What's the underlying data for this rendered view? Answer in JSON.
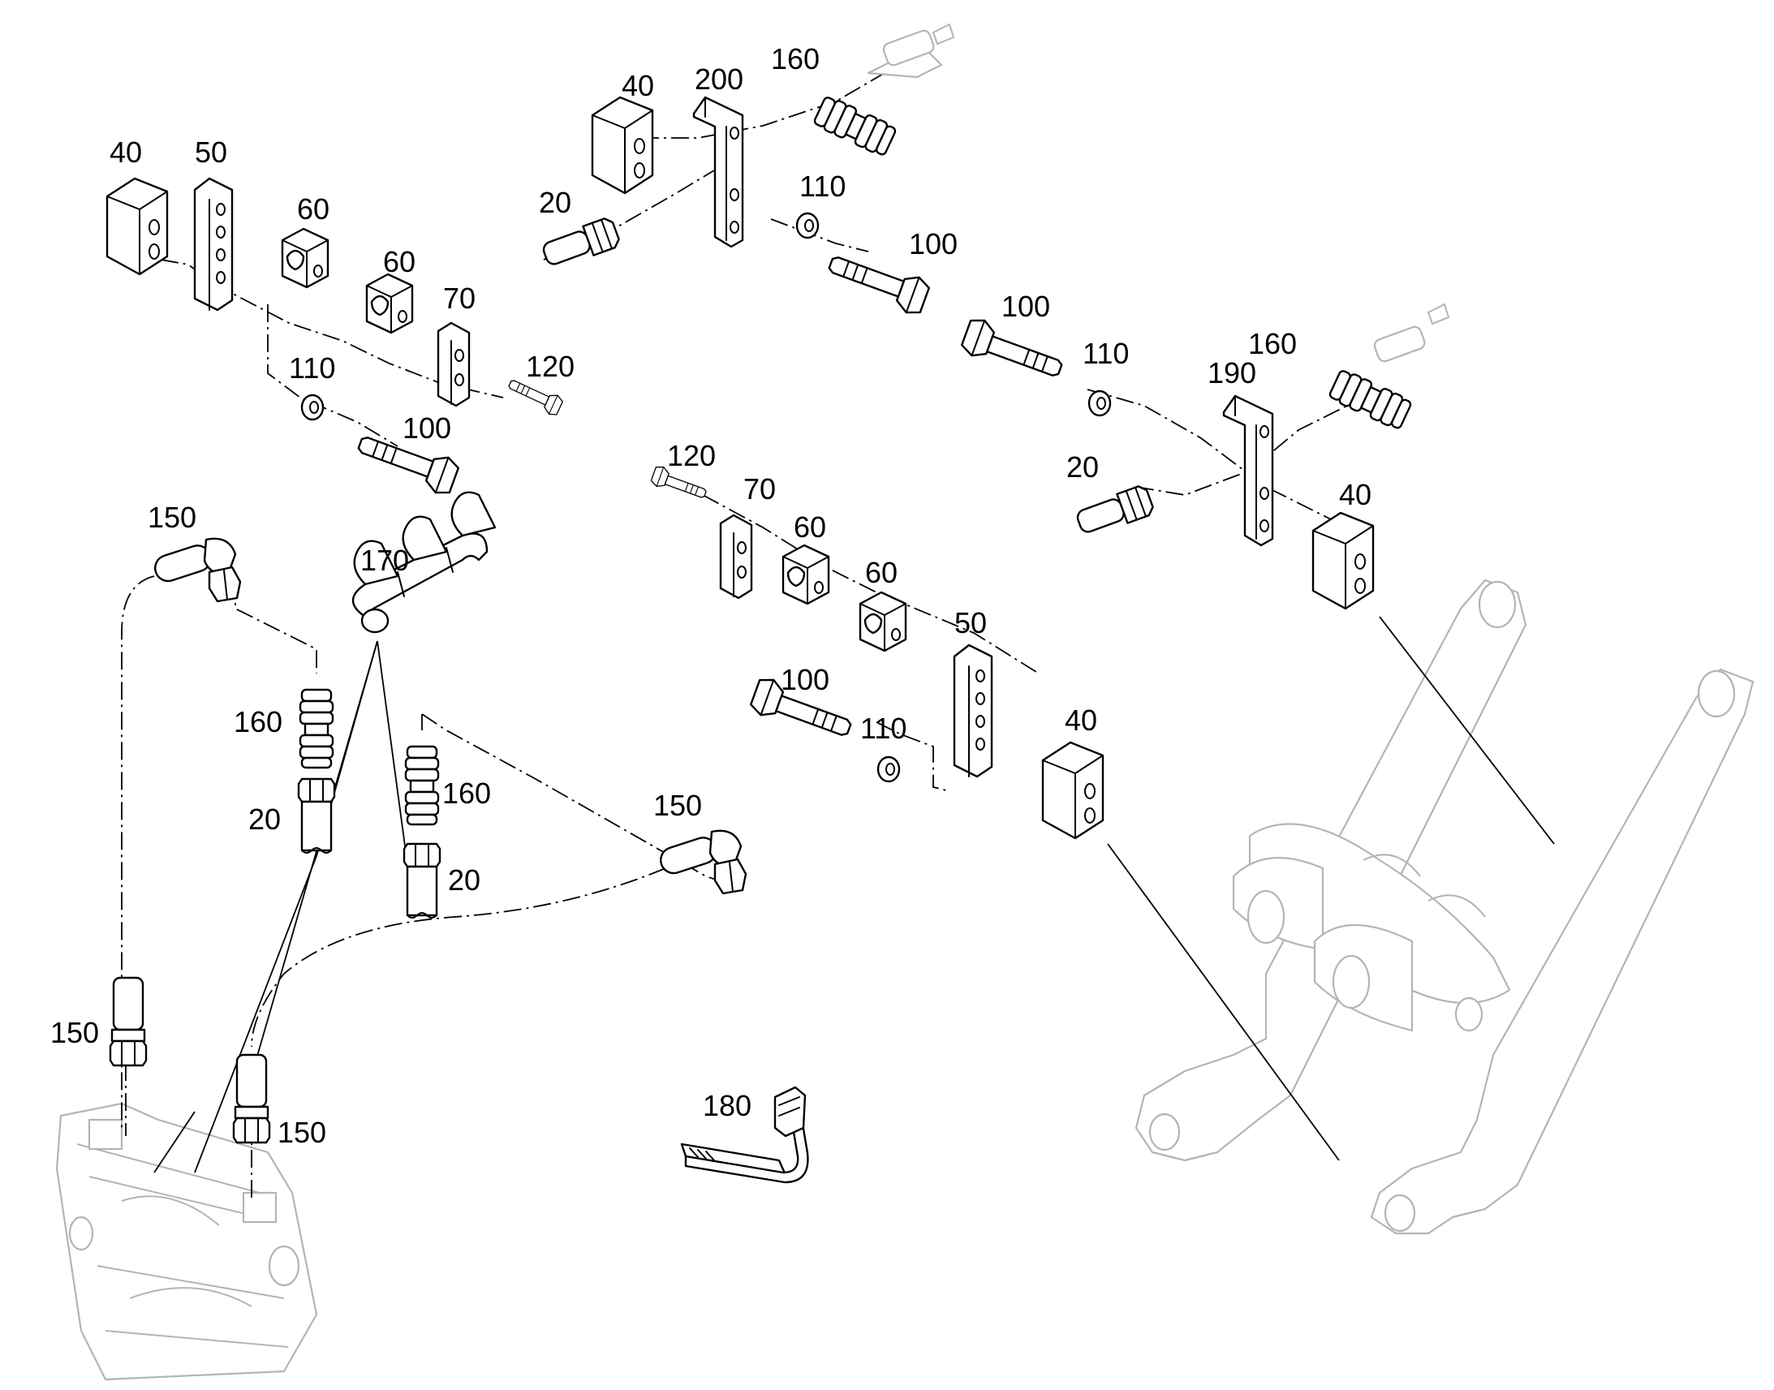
{
  "diagram": {
    "labels": [
      "40",
      "50",
      "60",
      "60",
      "70",
      "110",
      "120",
      "100",
      "40",
      "200",
      "160",
      "20",
      "110",
      "100",
      "100",
      "110",
      "190",
      "160",
      "20",
      "40",
      "120",
      "70",
      "60",
      "60",
      "50",
      "100",
      "110",
      "40",
      "150",
      "170",
      "160",
      "20",
      "160",
      "20",
      "150",
      "150",
      "150",
      "180"
    ]
  }
}
